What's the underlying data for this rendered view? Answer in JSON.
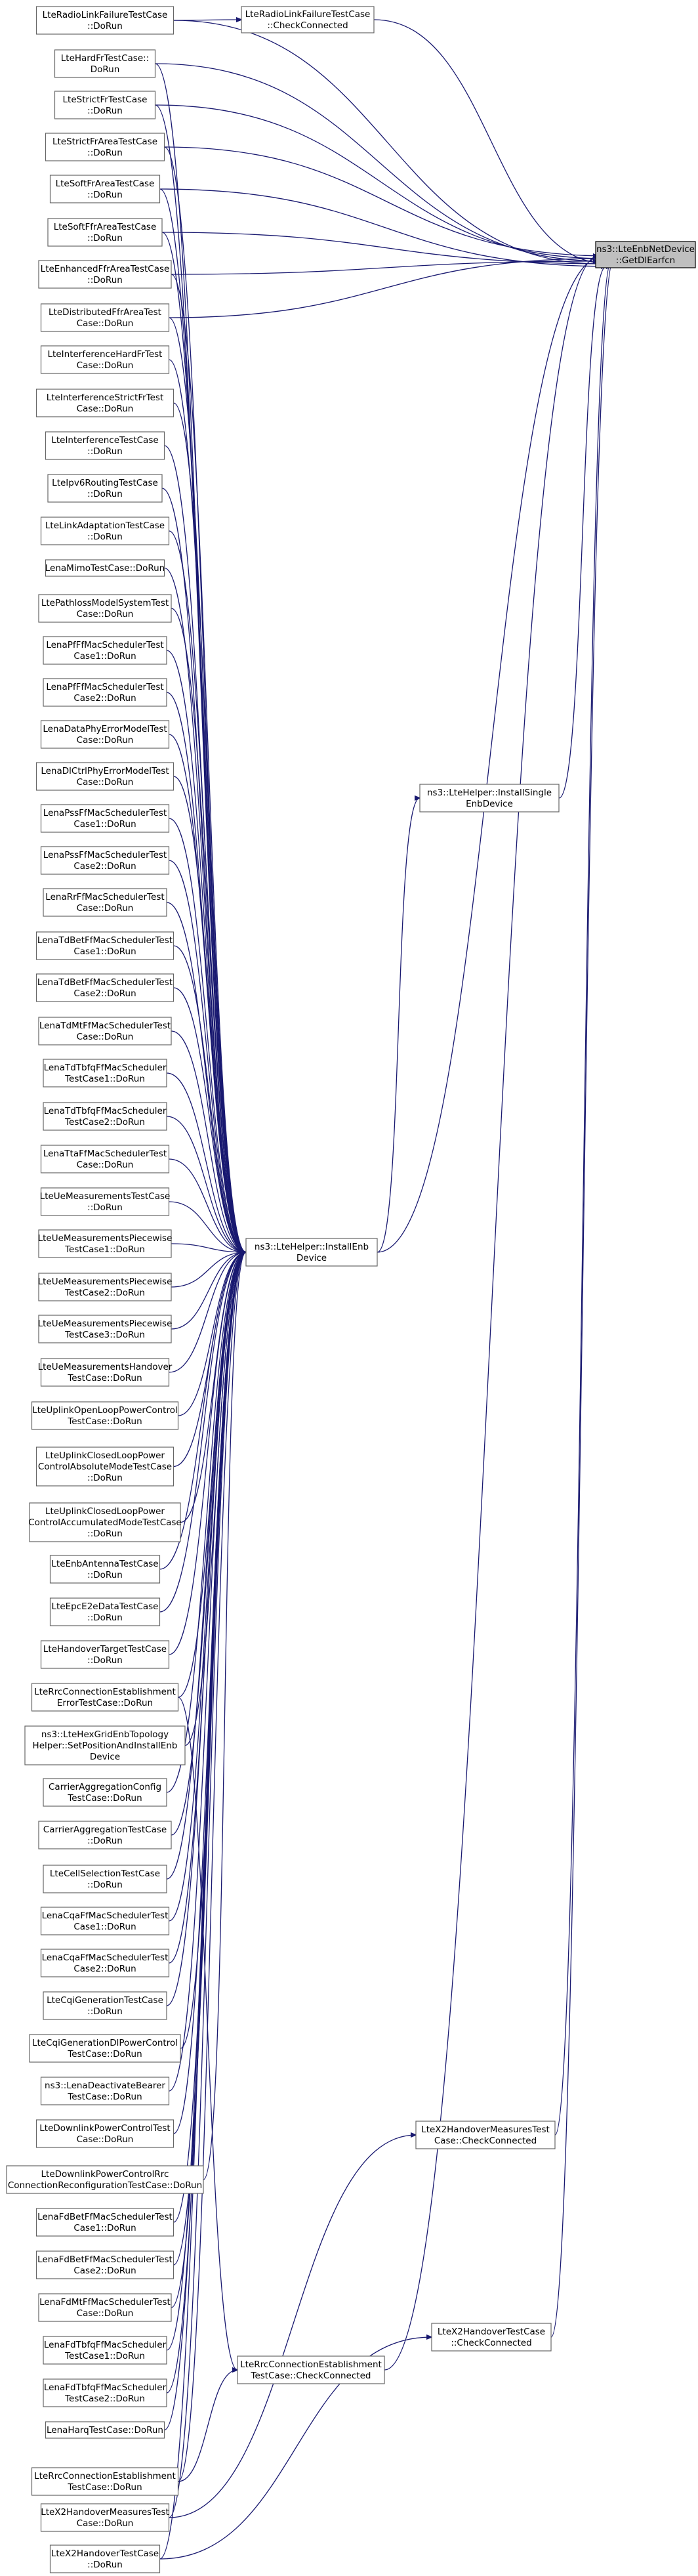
{
  "graph": {
    "root": {
      "id": "root",
      "lines": [
        "ns3::LteEnbNetDevice",
        "::GetDlEarfcn"
      ]
    },
    "hubs": [
      {
        "id": "installEnb",
        "lines": [
          "ns3::LteHelper::InstallEnb",
          "Device"
        ]
      },
      {
        "id": "installSingle",
        "lines": [
          "ns3::LteHelper::InstallSingle",
          "EnbDevice"
        ]
      },
      {
        "id": "rlfCheck",
        "lines": [
          "LteRadioLinkFailureTestCase",
          "::CheckConnected"
        ]
      },
      {
        "id": "x2mCheck",
        "lines": [
          "LteX2HandoverMeasuresTest",
          "Case::CheckConnected"
        ]
      },
      {
        "id": "x2Check",
        "lines": [
          "LteX2HandoverTestCase",
          "::CheckConnected"
        ]
      },
      {
        "id": "rrcCheck",
        "lines": [
          "LteRrcConnectionEstablishment",
          "TestCase::CheckConnected"
        ]
      }
    ],
    "callers": [
      {
        "id": "c0",
        "lines": [
          "LteRadioLinkFailureTestCase",
          "::DoRun"
        ]
      },
      {
        "id": "c1",
        "lines": [
          "LteHardFrTestCase::",
          "DoRun"
        ]
      },
      {
        "id": "c2",
        "lines": [
          "LteStrictFrTestCase",
          "::DoRun"
        ]
      },
      {
        "id": "c3",
        "lines": [
          "LteStrictFrAreaTestCase",
          "::DoRun"
        ]
      },
      {
        "id": "c4",
        "lines": [
          "LteSoftFrAreaTestCase",
          "::DoRun"
        ]
      },
      {
        "id": "c5",
        "lines": [
          "LteSoftFfrAreaTestCase",
          "::DoRun"
        ]
      },
      {
        "id": "c6",
        "lines": [
          "LteEnhancedFfrAreaTestCase",
          "::DoRun"
        ]
      },
      {
        "id": "c7",
        "lines": [
          "LteDistributedFfrAreaTest",
          "Case::DoRun"
        ]
      },
      {
        "id": "c8",
        "lines": [
          "LteInterferenceHardFrTest",
          "Case::DoRun"
        ]
      },
      {
        "id": "c9",
        "lines": [
          "LteInterferenceStrictFrTest",
          "Case::DoRun"
        ]
      },
      {
        "id": "c10",
        "lines": [
          "LteInterferenceTestCase",
          "::DoRun"
        ]
      },
      {
        "id": "c11",
        "lines": [
          "LteIpv6RoutingTestCase",
          "::DoRun"
        ]
      },
      {
        "id": "c12",
        "lines": [
          "LteLinkAdaptationTestCase",
          "::DoRun"
        ]
      },
      {
        "id": "c13",
        "lines": [
          "LenaMimoTestCase::DoRun"
        ]
      },
      {
        "id": "c14",
        "lines": [
          "LtePathlossModelSystemTest",
          "Case::DoRun"
        ]
      },
      {
        "id": "c15",
        "lines": [
          "LenaPfFfMacSchedulerTest",
          "Case1::DoRun"
        ]
      },
      {
        "id": "c16",
        "lines": [
          "LenaPfFfMacSchedulerTest",
          "Case2::DoRun"
        ]
      },
      {
        "id": "c17",
        "lines": [
          "LenaDataPhyErrorModelTest",
          "Case::DoRun"
        ]
      },
      {
        "id": "c18",
        "lines": [
          "LenaDlCtrlPhyErrorModelTest",
          "Case::DoRun"
        ]
      },
      {
        "id": "c19",
        "lines": [
          "LenaPssFfMacSchedulerTest",
          "Case1::DoRun"
        ]
      },
      {
        "id": "c20",
        "lines": [
          "LenaPssFfMacSchedulerTest",
          "Case2::DoRun"
        ]
      },
      {
        "id": "c21",
        "lines": [
          "LenaRrFfMacSchedulerTest",
          "Case::DoRun"
        ]
      },
      {
        "id": "c22",
        "lines": [
          "LenaTdBetFfMacSchedulerTest",
          "Case1::DoRun"
        ]
      },
      {
        "id": "c23",
        "lines": [
          "LenaTdBetFfMacSchedulerTest",
          "Case2::DoRun"
        ]
      },
      {
        "id": "c24",
        "lines": [
          "LenaTdMtFfMacSchedulerTest",
          "Case::DoRun"
        ]
      },
      {
        "id": "c25",
        "lines": [
          "LenaTdTbfqFfMacScheduler",
          "TestCase1::DoRun"
        ]
      },
      {
        "id": "c26",
        "lines": [
          "LenaTdTbfqFfMacScheduler",
          "TestCase2::DoRun"
        ]
      },
      {
        "id": "c27",
        "lines": [
          "LenaTtaFfMacSchedulerTest",
          "Case::DoRun"
        ]
      },
      {
        "id": "c28",
        "lines": [
          "LteUeMeasurementsTestCase",
          "::DoRun"
        ]
      },
      {
        "id": "c29",
        "lines": [
          "LteUeMeasurementsPiecewise",
          "TestCase1::DoRun"
        ]
      },
      {
        "id": "c30",
        "lines": [
          "LteUeMeasurementsPiecewise",
          "TestCase2::DoRun"
        ]
      },
      {
        "id": "c31",
        "lines": [
          "LteUeMeasurementsPiecewise",
          "TestCase3::DoRun"
        ]
      },
      {
        "id": "c32",
        "lines": [
          "LteUeMeasurementsHandover",
          "TestCase::DoRun"
        ]
      },
      {
        "id": "c33",
        "lines": [
          "LteUplinkOpenLoopPowerControl",
          "TestCase::DoRun"
        ]
      },
      {
        "id": "c34",
        "lines": [
          "LteUplinkClosedLoopPower",
          "ControlAbsoluteModeTestCase",
          "::DoRun"
        ]
      },
      {
        "id": "c35",
        "lines": [
          "LteUplinkClosedLoopPower",
          "ControlAccumulatedModeTestCase",
          "::DoRun"
        ]
      },
      {
        "id": "c36",
        "lines": [
          "LteEnbAntennaTestCase",
          "::DoRun"
        ]
      },
      {
        "id": "c37",
        "lines": [
          "LteEpcE2eDataTestCase",
          "::DoRun"
        ]
      },
      {
        "id": "c38",
        "lines": [
          "LteHandoverTargetTestCase",
          "::DoRun"
        ]
      },
      {
        "id": "c39",
        "lines": [
          "LteRrcConnectionEstablishment",
          "ErrorTestCase::DoRun"
        ]
      },
      {
        "id": "c40",
        "lines": [
          "ns3::LteHexGridEnbTopology",
          "Helper::SetPositionAndInstallEnb",
          "Device"
        ]
      },
      {
        "id": "c41",
        "lines": [
          "CarrierAggregationConfig",
          "TestCase::DoRun"
        ]
      },
      {
        "id": "c42",
        "lines": [
          "CarrierAggregationTestCase",
          "::DoRun"
        ]
      },
      {
        "id": "c43",
        "lines": [
          "LteCellSelectionTestCase",
          "::DoRun"
        ]
      },
      {
        "id": "c44",
        "lines": [
          "LenaCqaFfMacSchedulerTest",
          "Case1::DoRun"
        ]
      },
      {
        "id": "c45",
        "lines": [
          "LenaCqaFfMacSchedulerTest",
          "Case2::DoRun"
        ]
      },
      {
        "id": "c46",
        "lines": [
          "LteCqiGenerationTestCase",
          "::DoRun"
        ]
      },
      {
        "id": "c47",
        "lines": [
          "LteCqiGenerationDlPowerControl",
          "TestCase::DoRun"
        ]
      },
      {
        "id": "c48",
        "lines": [
          "ns3::LenaDeactivateBearer",
          "TestCase::DoRun"
        ]
      },
      {
        "id": "c49",
        "lines": [
          "LteDownlinkPowerControlTest",
          "Case::DoRun"
        ]
      },
      {
        "id": "c50",
        "lines": [
          "LteDownlinkPowerControlRrc",
          "ConnectionReconfigurationTestCase::DoRun"
        ]
      },
      {
        "id": "c51",
        "lines": [
          "LenaFdBetFfMacSchedulerTest",
          "Case1::DoRun"
        ]
      },
      {
        "id": "c52",
        "lines": [
          "LenaFdBetFfMacSchedulerTest",
          "Case2::DoRun"
        ]
      },
      {
        "id": "c53",
        "lines": [
          "LenaFdMtFfMacSchedulerTest",
          "Case::DoRun"
        ]
      },
      {
        "id": "c54",
        "lines": [
          "LenaFdTbfqFfMacScheduler",
          "TestCase1::DoRun"
        ]
      },
      {
        "id": "c55",
        "lines": [
          "LenaFdTbfqFfMacScheduler",
          "TestCase2::DoRun"
        ]
      },
      {
        "id": "c56",
        "lines": [
          "LenaHarqTestCase::DoRun"
        ]
      },
      {
        "id": "c57",
        "lines": [
          "LteRrcConnectionEstablishment",
          "TestCase::DoRun"
        ]
      },
      {
        "id": "c58",
        "lines": [
          "LteX2HandoverMeasuresTest",
          "Case::DoRun"
        ]
      },
      {
        "id": "c59",
        "lines": [
          "LteX2HandoverTestCase",
          "::DoRun"
        ]
      }
    ],
    "edges": [
      [
        "c0",
        "rlfCheck"
      ],
      [
        "c0",
        "root"
      ],
      [
        "c1",
        "root"
      ],
      [
        "c2",
        "root"
      ],
      [
        "c3",
        "root"
      ],
      [
        "c4",
        "root"
      ],
      [
        "c5",
        "root"
      ],
      [
        "c6",
        "root"
      ],
      [
        "c7",
        "root"
      ],
      [
        "installEnb",
        "root"
      ],
      [
        "installSingle",
        "root"
      ],
      [
        "rlfCheck",
        "root"
      ],
      [
        "x2mCheck",
        "root"
      ],
      [
        "x2Check",
        "root"
      ],
      [
        "rrcCheck",
        "root"
      ],
      [
        "c1",
        "installEnb"
      ],
      [
        "c2",
        "installEnb"
      ],
      [
        "c3",
        "installEnb"
      ],
      [
        "c4",
        "installEnb"
      ],
      [
        "c5",
        "installEnb"
      ],
      [
        "c6",
        "installEnb"
      ],
      [
        "c7",
        "installEnb"
      ],
      [
        "c8",
        "installEnb"
      ],
      [
        "c9",
        "installEnb"
      ],
      [
        "c10",
        "installEnb"
      ],
      [
        "c11",
        "installEnb"
      ],
      [
        "c12",
        "installEnb"
      ],
      [
        "c13",
        "installEnb"
      ],
      [
        "c14",
        "installEnb"
      ],
      [
        "c15",
        "installEnb"
      ],
      [
        "c16",
        "installEnb"
      ],
      [
        "c17",
        "installEnb"
      ],
      [
        "c18",
        "installEnb"
      ],
      [
        "c19",
        "installEnb"
      ],
      [
        "c20",
        "installEnb"
      ],
      [
        "c21",
        "installEnb"
      ],
      [
        "c22",
        "installEnb"
      ],
      [
        "c23",
        "installEnb"
      ],
      [
        "c24",
        "installEnb"
      ],
      [
        "c25",
        "installEnb"
      ],
      [
        "c26",
        "installEnb"
      ],
      [
        "c27",
        "installEnb"
      ],
      [
        "c28",
        "installEnb"
      ],
      [
        "c29",
        "installEnb"
      ],
      [
        "c30",
        "installEnb"
      ],
      [
        "c31",
        "installEnb"
      ],
      [
        "c32",
        "installEnb"
      ],
      [
        "c33",
        "installEnb"
      ],
      [
        "c34",
        "installEnb"
      ],
      [
        "c35",
        "installEnb"
      ],
      [
        "c36",
        "installEnb"
      ],
      [
        "c37",
        "installEnb"
      ],
      [
        "c38",
        "installEnb"
      ],
      [
        "c39",
        "installEnb"
      ],
      [
        "c40",
        "installEnb"
      ],
      [
        "c41",
        "installEnb"
      ],
      [
        "c42",
        "installEnb"
      ],
      [
        "c43",
        "installEnb"
      ],
      [
        "c44",
        "installEnb"
      ],
      [
        "c45",
        "installEnb"
      ],
      [
        "c46",
        "installEnb"
      ],
      [
        "c47",
        "installEnb"
      ],
      [
        "c48",
        "installEnb"
      ],
      [
        "c49",
        "installEnb"
      ],
      [
        "c50",
        "installEnb"
      ],
      [
        "c51",
        "installEnb"
      ],
      [
        "c52",
        "installEnb"
      ],
      [
        "c53",
        "installEnb"
      ],
      [
        "c54",
        "installEnb"
      ],
      [
        "c55",
        "installEnb"
      ],
      [
        "c56",
        "installEnb"
      ],
      [
        "c57",
        "installEnb"
      ],
      [
        "c58",
        "installEnb"
      ],
      [
        "c59",
        "installEnb"
      ],
      [
        "installEnb",
        "installSingle"
      ],
      [
        "c58",
        "x2mCheck"
      ],
      [
        "c59",
        "x2Check"
      ],
      [
        "c57",
        "rrcCheck"
      ],
      [
        "c39",
        "rrcCheck"
      ]
    ]
  }
}
